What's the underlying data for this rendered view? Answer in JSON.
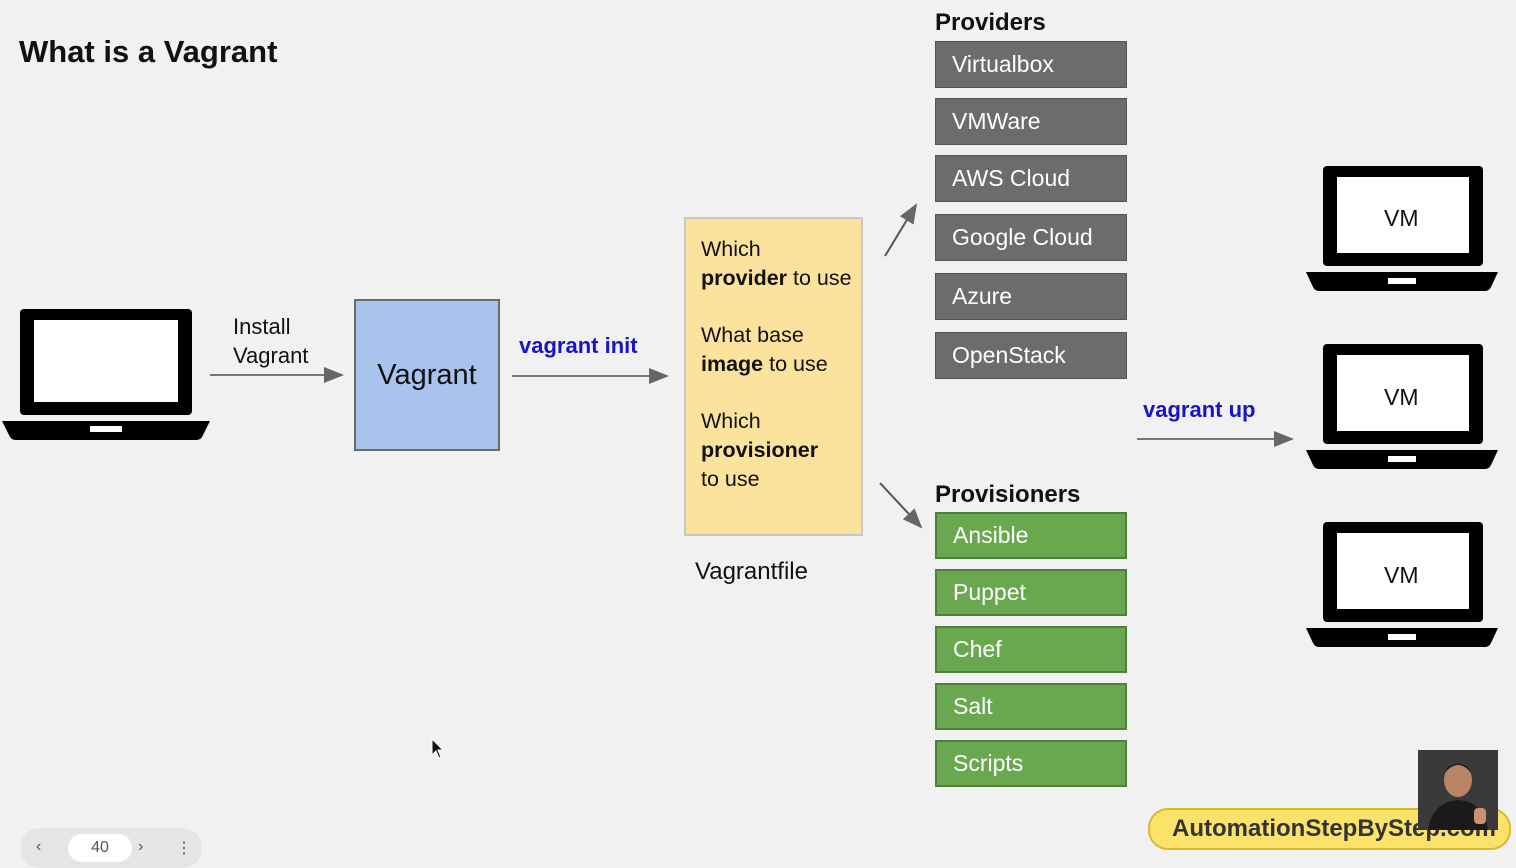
{
  "title": "What is a Vagrant",
  "install_label_line1": "Install",
  "install_label_line2": "Vagrant",
  "vagrant_box_label": "Vagrant",
  "vagrant_init_cmd": "vagrant init",
  "vagrantfile": {
    "q1_pre": "Which",
    "q1_bold": "provider",
    "q1_post": "to use",
    "q2_pre": "What base",
    "q2_bold": "image",
    "q2_post": "to use",
    "q3_pre": "Which",
    "q3_bold": "provisioner",
    "q3_post": "to use",
    "label": "Vagrantfile"
  },
  "providers": {
    "title": "Providers",
    "items": [
      "Virtualbox",
      "VMWare",
      "AWS Cloud",
      "Google Cloud",
      "Azure",
      "OpenStack"
    ]
  },
  "provisioners": {
    "title": "Provisioners",
    "items": [
      "Ansible",
      "Puppet",
      "Chef",
      "Salt",
      "Scripts"
    ]
  },
  "vagrant_up_cmd": "vagrant up",
  "vms": [
    "VM",
    "VM",
    "VM"
  ],
  "brand": "AutomationStepByStep.com",
  "nav": {
    "page_number": "40",
    "prev_icon": "chevron-left-icon",
    "next_icon": "chevron-right-icon",
    "more_icon": "more-vertical-icon"
  },
  "colors": {
    "vagrant_box": "#a9c3ee",
    "vagrantfile_box": "#fbe39e",
    "provider": "#6c6c6c",
    "provisioner": "#6aa84f",
    "command_text": "#1a13c8",
    "brand_bg": "#fbe26a"
  }
}
